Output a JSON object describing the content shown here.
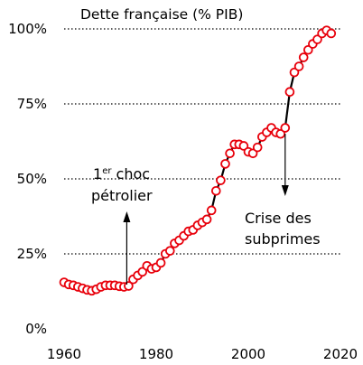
{
  "chart_data": {
    "type": "line",
    "title": "Dette française (% PIB)",
    "xlabel": "",
    "ylabel": "",
    "xlim": [
      1960,
      2020
    ],
    "ylim": [
      0,
      100
    ],
    "x_ticks": [
      1960,
      1980,
      2000,
      2020
    ],
    "x_tick_labels": [
      "1960",
      "1980",
      "2000",
      "2020"
    ],
    "y_ticks": [
      0,
      25,
      50,
      75,
      100
    ],
    "y_tick_labels": [
      "0%",
      "25%",
      "50%",
      "75%",
      "100%"
    ],
    "grid": "horizontal dotted at y ticks",
    "series": [
      {
        "marker_color": "#e8000b",
        "line_color": "#000000",
        "points": [
          [
            1960,
            15.5
          ],
          [
            1961,
            14.8
          ],
          [
            1962,
            14.5
          ],
          [
            1963,
            14.0
          ],
          [
            1964,
            13.5
          ],
          [
            1965,
            13.0
          ],
          [
            1966,
            12.7
          ],
          [
            1967,
            13.2
          ],
          [
            1968,
            14.0
          ],
          [
            1969,
            14.5
          ],
          [
            1970,
            14.5
          ],
          [
            1971,
            14.5
          ],
          [
            1972,
            14.2
          ],
          [
            1973,
            14.0
          ],
          [
            1974,
            14.3
          ],
          [
            1975,
            16.5
          ],
          [
            1976,
            17.8
          ],
          [
            1977,
            19.0
          ],
          [
            1978,
            21.0
          ],
          [
            1979,
            20.0
          ],
          [
            1980,
            20.5
          ],
          [
            1981,
            22.0
          ],
          [
            1982,
            25.0
          ],
          [
            1983,
            26.0
          ],
          [
            1984,
            28.5
          ],
          [
            1985,
            29.5
          ],
          [
            1986,
            31.0
          ],
          [
            1987,
            32.5
          ],
          [
            1988,
            33.0
          ],
          [
            1989,
            34.5
          ],
          [
            1990,
            35.5
          ],
          [
            1991,
            36.5
          ],
          [
            1992,
            39.5
          ],
          [
            1993,
            46.0
          ],
          [
            1994,
            49.5
          ],
          [
            1995,
            55.0
          ],
          [
            1996,
            58.5
          ],
          [
            1997,
            61.5
          ],
          [
            1998,
            61.5
          ],
          [
            1999,
            61.0
          ],
          [
            2000,
            59.0
          ],
          [
            2001,
            58.5
          ],
          [
            2002,
            60.5
          ],
          [
            2003,
            64.0
          ],
          [
            2004,
            65.5
          ],
          [
            2005,
            67.0
          ],
          [
            2006,
            65.5
          ],
          [
            2007,
            65.0
          ],
          [
            2008,
            67.0
          ],
          [
            2009,
            79.0
          ],
          [
            2010,
            85.5
          ],
          [
            2011,
            87.5
          ],
          [
            2012,
            90.5
          ],
          [
            2013,
            93.0
          ],
          [
            2014,
            95.0
          ],
          [
            2015,
            96.5
          ],
          [
            2016,
            98.5
          ],
          [
            2017,
            99.5
          ],
          [
            2018,
            98.5
          ]
        ]
      }
    ],
    "annotations": [
      {
        "id": "choc",
        "lines": [
          "1",
          "er",
          " choc",
          "pétrolier"
        ],
        "x": 1974,
        "arrow": "up"
      },
      {
        "id": "crise",
        "lines": [
          "Crise des",
          "subprimes"
        ],
        "x": 2008,
        "arrow": "down"
      }
    ]
  }
}
